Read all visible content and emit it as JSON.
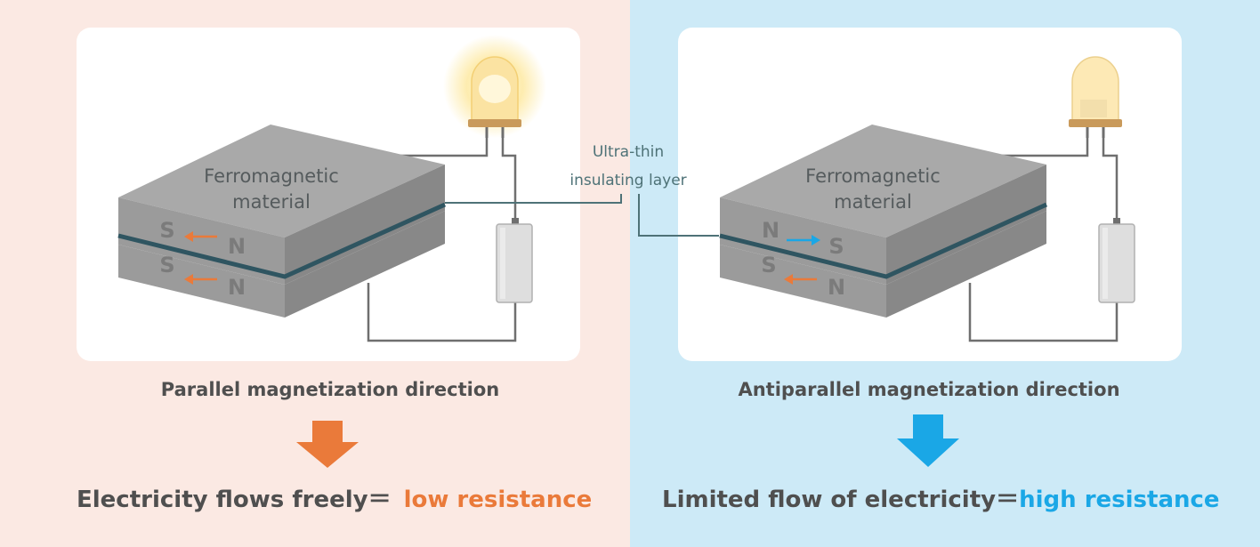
{
  "callout": {
    "line1": "Ultra-thin",
    "line2": "insulating layer"
  },
  "left": {
    "material_line1": "Ferromagnetic",
    "material_line2": "material",
    "top_layer": {
      "left_pole": "S",
      "right_pole": "N"
    },
    "bottom_layer": {
      "left_pole": "S",
      "right_pole": "N"
    },
    "caption": "Parallel magnetization direction",
    "result_text": "Electricity flows freely＝",
    "result_highlight": "low resistance"
  },
  "right": {
    "material_line1": "Ferromagnetic",
    "material_line2": "material",
    "top_layer": {
      "left_pole": "N",
      "right_pole": "S"
    },
    "bottom_layer": {
      "left_pole": "S",
      "right_pole": "N"
    },
    "caption": "Antiparallel magnetization direction",
    "result_text": "Limited flow of electricity＝",
    "result_highlight": "high resistance"
  },
  "colors": {
    "left_background": "#fbe9e3",
    "right_background": "#cdeaf7",
    "orange_accent": "#ea7a3a",
    "blue_accent": "#1aa7e6",
    "insulating_layer": "#2f5561",
    "block_top": "#a9a9a9",
    "block_front": "#9a9a9a",
    "block_side": "#888888"
  },
  "icons": {
    "arrow_down_left": "arrow-down-orange",
    "arrow_down_right": "arrow-down-blue",
    "bulb_left": "light-bulb-lit",
    "bulb_right": "light-bulb-dim",
    "battery": "battery"
  }
}
